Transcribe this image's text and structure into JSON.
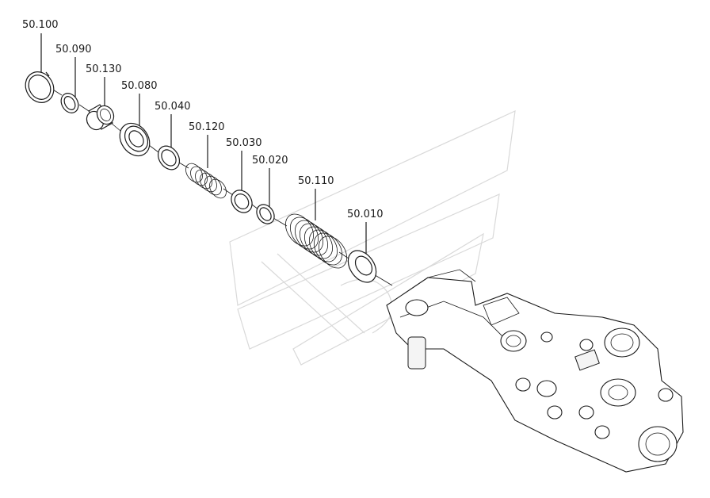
{
  "diagram": {
    "part_numbers": [
      "50.100",
      "50.090",
      "50.130",
      "50.080",
      "50.040",
      "50.120",
      "50.030",
      "50.020",
      "50.110",
      "50.010"
    ]
  }
}
